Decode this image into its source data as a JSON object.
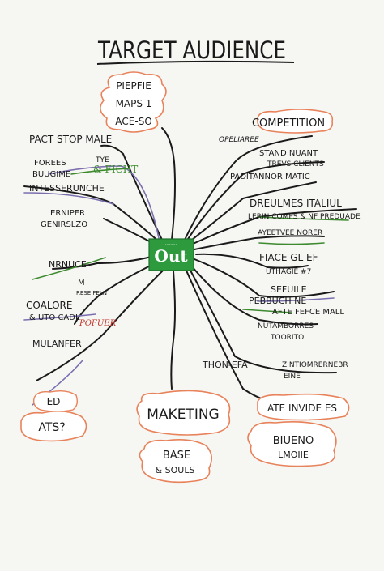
{
  "title": "TARGET AUDIENCE",
  "center_label": "Out",
  "center_sublabel": "·········",
  "colors": {
    "ink": "#1a1a1a",
    "orange": "#e8825a",
    "green": "#2e9a3e",
    "green_ink": "#3d8a2f",
    "purple": "#7b6fb0",
    "bubble_fill": "#ffffff"
  },
  "bubbles": {
    "top_profile": [
      "PIEPFIE",
      "MAPS 1",
      "AЄE-SO"
    ],
    "competition": "COMPETITION",
    "bottom_left": "ATS?",
    "bottom_left_top": "ED",
    "marketing": "MAKETING",
    "base_souls": [
      "BASE",
      "& SOULS"
    ],
    "ate_invides": "ATE INVIDE ES",
    "biueno": [
      "BIUENO",
      "LMOIIE"
    ]
  },
  "labels": {
    "pact_stop": "PACT STOP MALE",
    "forees": "FOREES",
    "buugime": "BUUGIME",
    "tye": "TYE",
    "ficht": "& FICHT",
    "intesserunche": "INTESSERUNCHE",
    "erniper": "ERNIPER",
    "genirslzo": "GENIRSLZO",
    "nrnuce": "NRNUCE",
    "m_label": "M",
    "rese_small": "RESE FELN",
    "coalore": "COALORE",
    "utocadl": "& UTO CADL",
    "pofuer": "POFUER",
    "mulanfer": "MULANFER",
    "opeliaree": "OPELIAREE",
    "stand_nuant": "STAND NUANT",
    "trevs_clients": "TREVS CLIENTS",
    "paditannor": "PADITANNOR MATIC",
    "dreulmes": "DREULMES ITALIUL",
    "lerin_comps": "LERIN COMPS & NF PREDUADE",
    "ayeetvee": "AYEETVEE NORER",
    "fiace": "FIACE GL EF",
    "uthagie": "UTHAGIE #7",
    "sefuile": "SEFUILE",
    "pebbuch": "PEBBUCH NE",
    "afte_fefce": "AFTE FEFCE MALL",
    "nutamborres": "NUTAMBORRES",
    "toorito": "TOORITO",
    "thon_efa": "THON-EFA",
    "zintiomer": "ZINTIOMRERNEBR",
    "eine": "EINE"
  }
}
